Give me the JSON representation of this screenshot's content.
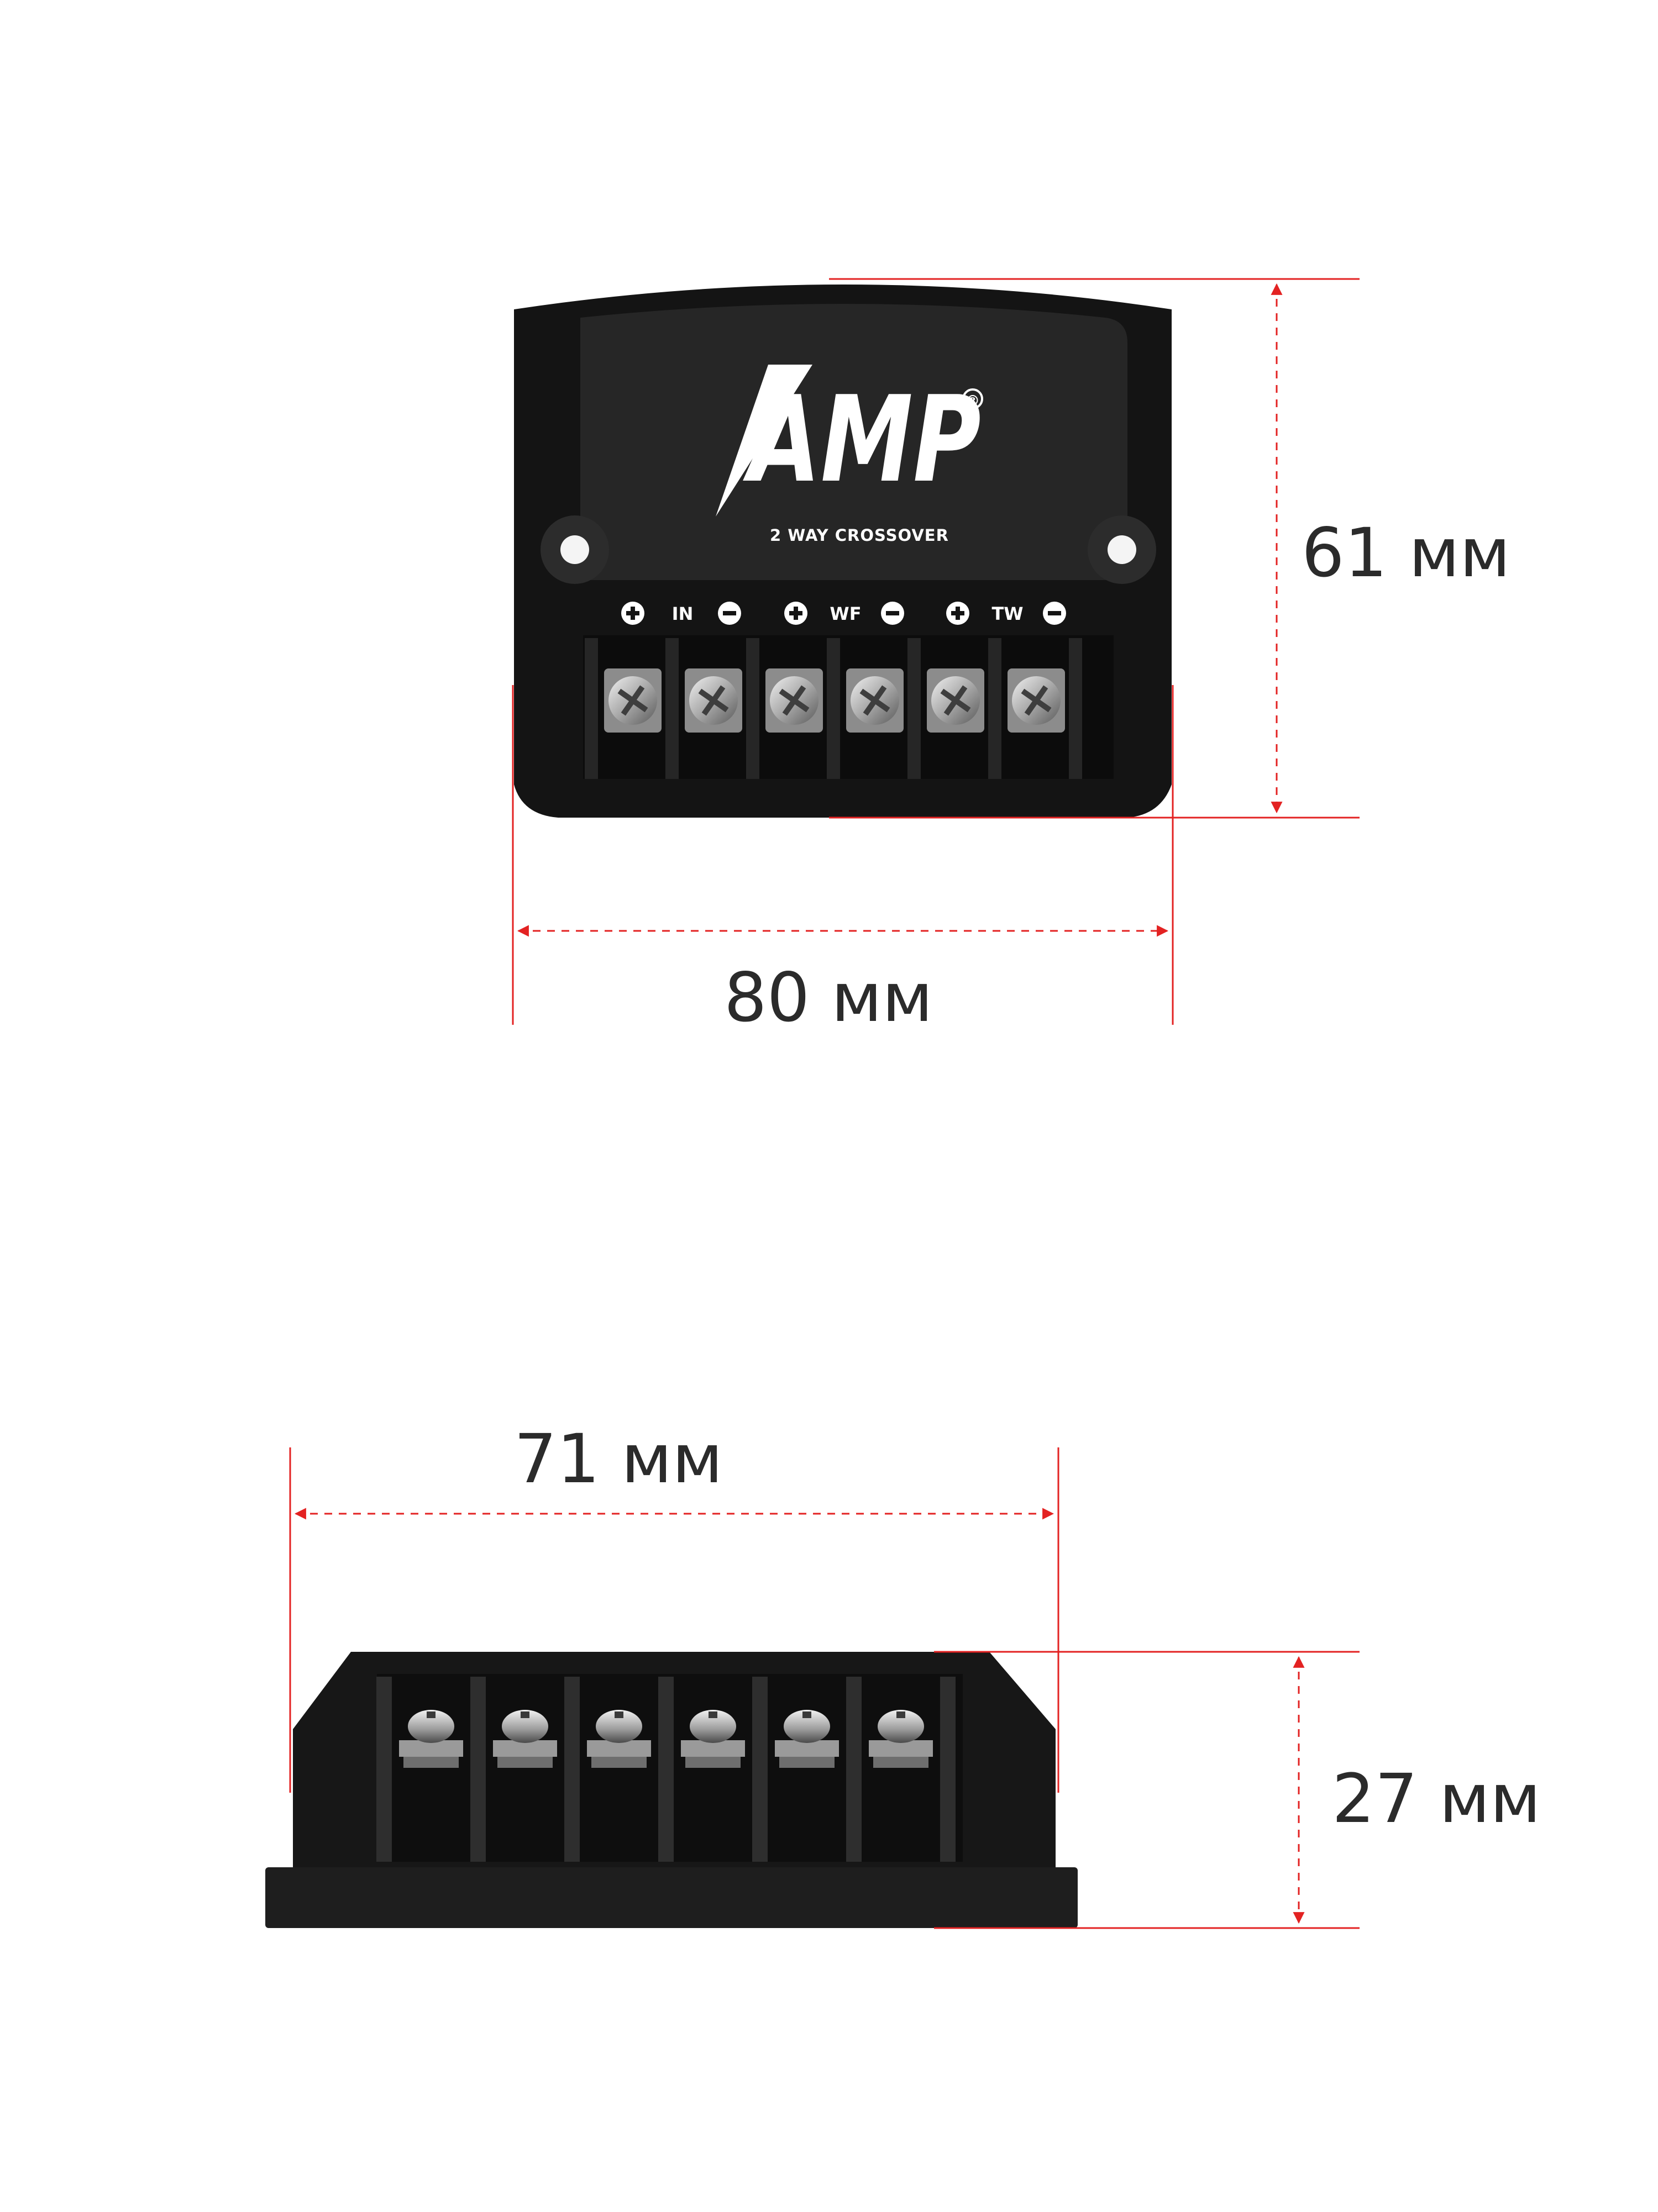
{
  "product": {
    "brand": "AMP",
    "trademark": "®",
    "subtitle": "2 WAY CROSSOVER",
    "terminals": {
      "groups": [
        {
          "label": "IN",
          "plus": "+",
          "minus": "−"
        },
        {
          "label": "WF",
          "plus": "+",
          "minus": "−"
        },
        {
          "label": "TW",
          "plus": "+",
          "minus": "−"
        }
      ],
      "screw_count": 6
    }
  },
  "dimensions": {
    "top_height": "61 мм",
    "top_width": "80 мм",
    "side_width": "71 мм",
    "side_height": "27 мм"
  },
  "colors": {
    "dimension_line": "#e32222",
    "housing": "#141414",
    "panel": "#262626",
    "logo": "#ffffff",
    "label_text": "#2b2b2b"
  }
}
